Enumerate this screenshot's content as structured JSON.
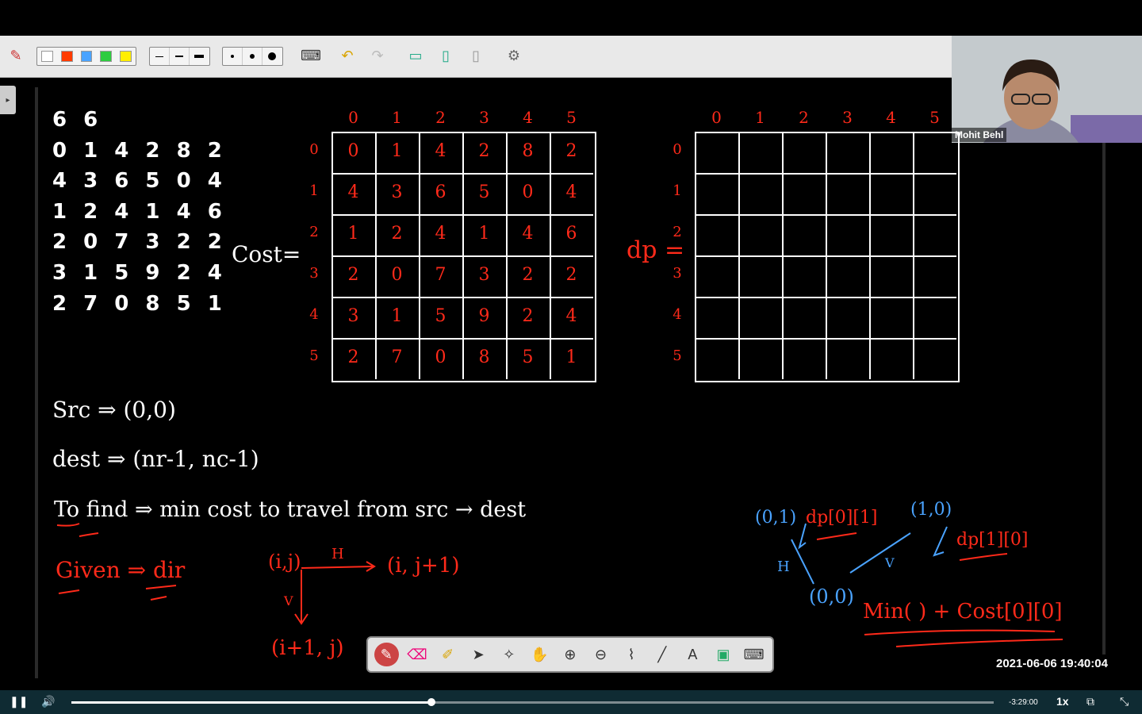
{
  "toolbar": {
    "colors": [
      "#ffffff",
      "#ff3b00",
      "#4aa3ff",
      "#2ecc40",
      "#ffee00"
    ],
    "line_widths": [
      "thin",
      "medium",
      "thick"
    ],
    "dot_sizes": [
      "small",
      "medium",
      "large"
    ]
  },
  "webcam": {
    "name": "Mohit Behl"
  },
  "matrix": {
    "header": "6 6",
    "rows": [
      "0 1 4 2 8 2",
      "4 3 6 5 0 4",
      "1 2 4 1 4 6",
      "2 0 7 3 2 2",
      "3 1 5 9 2 4",
      "2 7 0 8 5 1"
    ]
  },
  "cost_grid": {
    "label": "Cost=",
    "col_headers": [
      "0",
      "1",
      "2",
      "3",
      "4",
      "5"
    ],
    "row_headers": [
      "0",
      "1",
      "2",
      "3",
      "4",
      "5"
    ],
    "cells": [
      [
        "0",
        "1",
        "4",
        "2",
        "8",
        "2"
      ],
      [
        "4",
        "3",
        "6",
        "5",
        "0",
        "4"
      ],
      [
        "1",
        "2",
        "4",
        "1",
        "4",
        "6"
      ],
      [
        "2",
        "0",
        "7",
        "3",
        "2",
        "2"
      ],
      [
        "3",
        "1",
        "5",
        "9",
        "2",
        "4"
      ],
      [
        "2",
        "7",
        "0",
        "8",
        "5",
        "1"
      ]
    ]
  },
  "dp_grid": {
    "label": "dp =",
    "col_headers": [
      "0",
      "1",
      "2",
      "3",
      "4",
      "5"
    ],
    "row_headers": [
      "0",
      "1",
      "2",
      "3",
      "4",
      "5"
    ]
  },
  "notes": {
    "src": "Src ⇒ (0,0)",
    "dest": "dest ⇒ (nr-1, nc-1)",
    "to_find": "To find ⇒  min cost  to travel from src → dest",
    "given": "Given ⇒ dir",
    "node_ij": "(i,j)",
    "arrow_h": "H",
    "node_right": "(i, j+1)",
    "arrow_v": "V",
    "node_down": "(i+1, j)",
    "node_01": "(0,1)",
    "dp01": "dp[0][1]",
    "node_10": "(1,0)",
    "dp10": "dp[1][0]",
    "label_h": "H",
    "label_v": "V",
    "node_00": "(0,0)",
    "formula": "Min(  ) + Cost[0][0]"
  },
  "player": {
    "timestamp": "2021-06-06  19:40:04",
    "remaining": "-3:29:00",
    "speed": "1x",
    "progress": 0.39
  }
}
